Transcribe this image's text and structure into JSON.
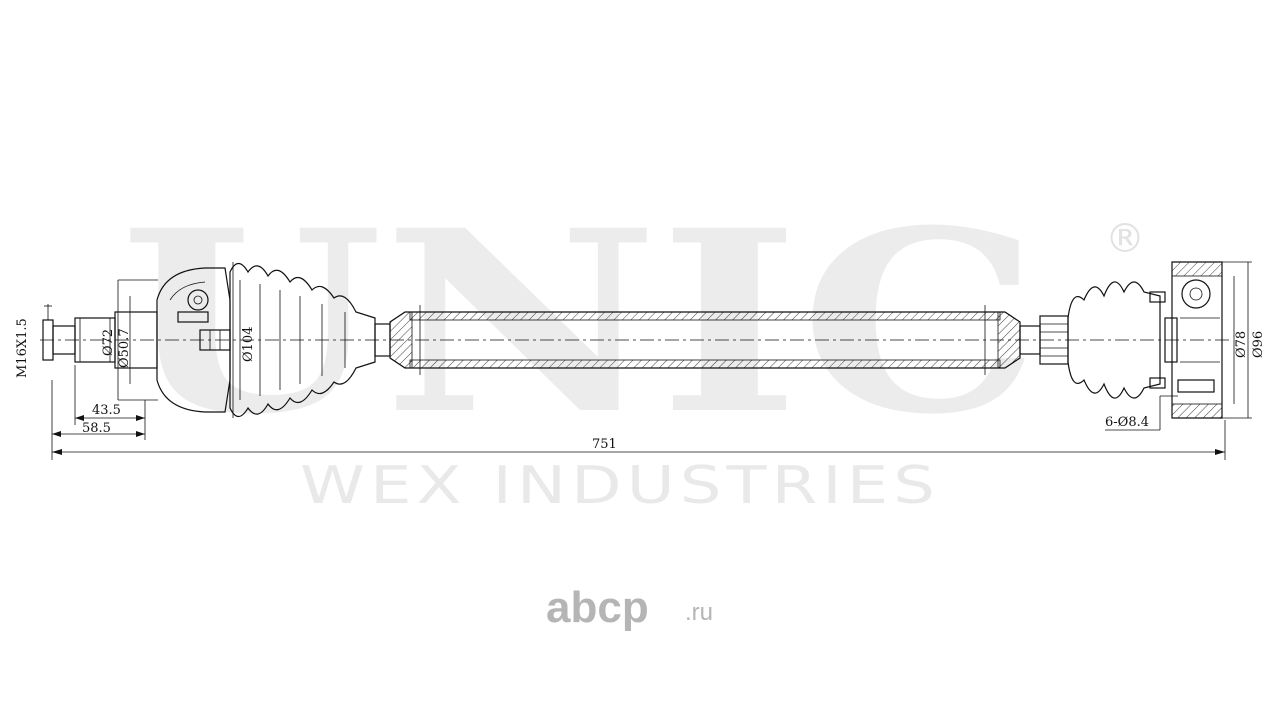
{
  "watermark": {
    "brand": "UNIC",
    "registered": "®",
    "company": "WEX INDUSTRIES"
  },
  "site_logo": {
    "name": "abcp",
    "tld": ".ru"
  },
  "dimensions": {
    "thread": "M16X1.5",
    "dia_72": "Ø72",
    "dia_50_7": "Ø50.7",
    "dia_104": "Ø104",
    "len_43_5": "43.5",
    "len_58_5": "58.5",
    "total_length": "751",
    "dia_78": "Ø78",
    "dia_96": "Ø96",
    "holes": "6-Ø8.4"
  }
}
